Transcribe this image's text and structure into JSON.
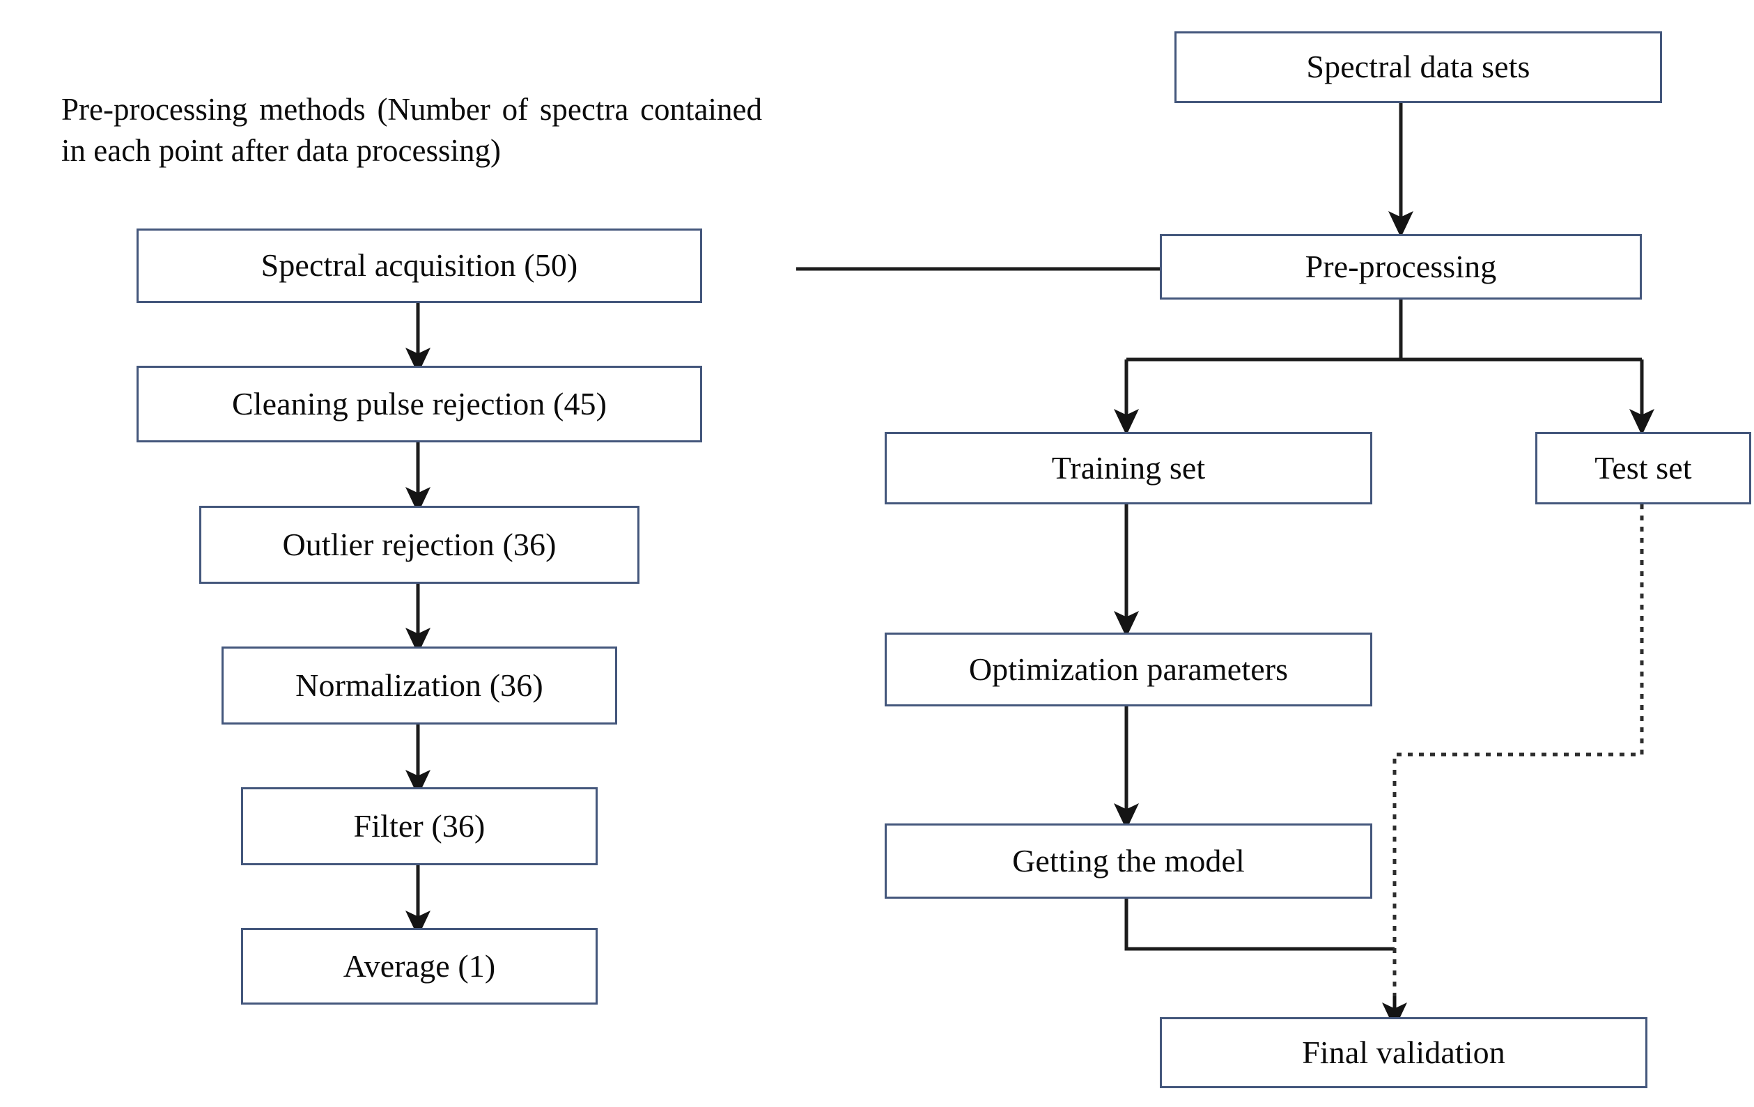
{
  "diagram": {
    "title_caption": "Pre-processing methods (Number of spectra contained in each point after data processing)",
    "group_panel_label": "pre-processing-methods-panel",
    "left_column": {
      "nodes": [
        {
          "id": "spectral-acquisition",
          "label": "Spectral acquisition (50)",
          "count": 50
        },
        {
          "id": "cleaning-pulse-rejection",
          "label": "Cleaning pulse rejection (45)",
          "count": 45
        },
        {
          "id": "outlier-rejection",
          "label": "Outlier rejection (36)",
          "count": 36
        },
        {
          "id": "normalization",
          "label": "Normalization (36)",
          "count": 36
        },
        {
          "id": "filter",
          "label": "Filter (36)",
          "count": 36
        },
        {
          "id": "average",
          "label": "Average (1)",
          "count": 1
        }
      ]
    },
    "right_column": {
      "nodes": [
        {
          "id": "spectral-data-sets",
          "label": "Spectral data sets"
        },
        {
          "id": "pre-processing",
          "label": "Pre-processing"
        },
        {
          "id": "training-set",
          "label": "Training set"
        },
        {
          "id": "test-set",
          "label": "Test set"
        },
        {
          "id": "optimization-parameters",
          "label": "Optimization parameters"
        },
        {
          "id": "getting-the-model",
          "label": "Getting the model"
        },
        {
          "id": "final-validation",
          "label": "Final validation"
        }
      ]
    },
    "edges": [
      {
        "from": "spectral-acquisition",
        "to": "cleaning-pulse-rejection",
        "style": "solid"
      },
      {
        "from": "cleaning-pulse-rejection",
        "to": "outlier-rejection",
        "style": "solid"
      },
      {
        "from": "outlier-rejection",
        "to": "normalization",
        "style": "solid"
      },
      {
        "from": "normalization",
        "to": "filter",
        "style": "solid"
      },
      {
        "from": "filter",
        "to": "average",
        "style": "solid"
      },
      {
        "from": "pre-processing-methods-panel",
        "to": "pre-processing",
        "style": "solid-no-arrow"
      },
      {
        "from": "spectral-data-sets",
        "to": "pre-processing",
        "style": "solid"
      },
      {
        "from": "pre-processing",
        "to": "training-set",
        "style": "solid"
      },
      {
        "from": "pre-processing",
        "to": "test-set",
        "style": "solid"
      },
      {
        "from": "training-set",
        "to": "optimization-parameters",
        "style": "solid"
      },
      {
        "from": "optimization-parameters",
        "to": "getting-the-model",
        "style": "solid"
      },
      {
        "from": "getting-the-model",
        "to": "final-validation",
        "style": "solid-no-arrow"
      },
      {
        "from": "test-set",
        "to": "final-validation",
        "style": "dotted"
      }
    ],
    "colors": {
      "box_border": "#44577c",
      "panel_border": "#3f4f70",
      "connector": "#2b2b2b",
      "text": "#0b0b0b",
      "background": "#ffffff"
    }
  }
}
